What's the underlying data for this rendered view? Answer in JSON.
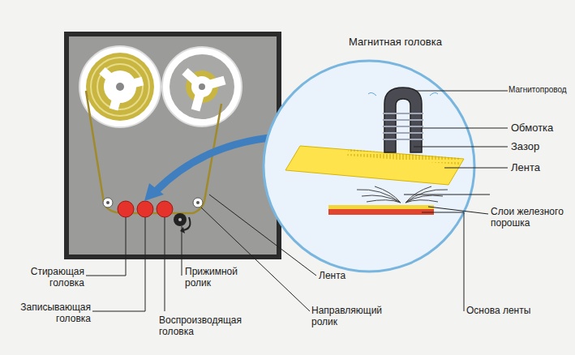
{
  "diagram": {
    "labels": [
      "Магнитная головка",
      "Магнитопровод",
      "Обмотка",
      "Зазор",
      "Лента",
      "Слои железного порошка",
      "Стирающая головка",
      "Записывающая головка",
      "Воспроизводящая головка",
      "Прижимной ролик",
      "Лента",
      "Направляющий ролик",
      "Основа ленты"
    ]
  }
}
